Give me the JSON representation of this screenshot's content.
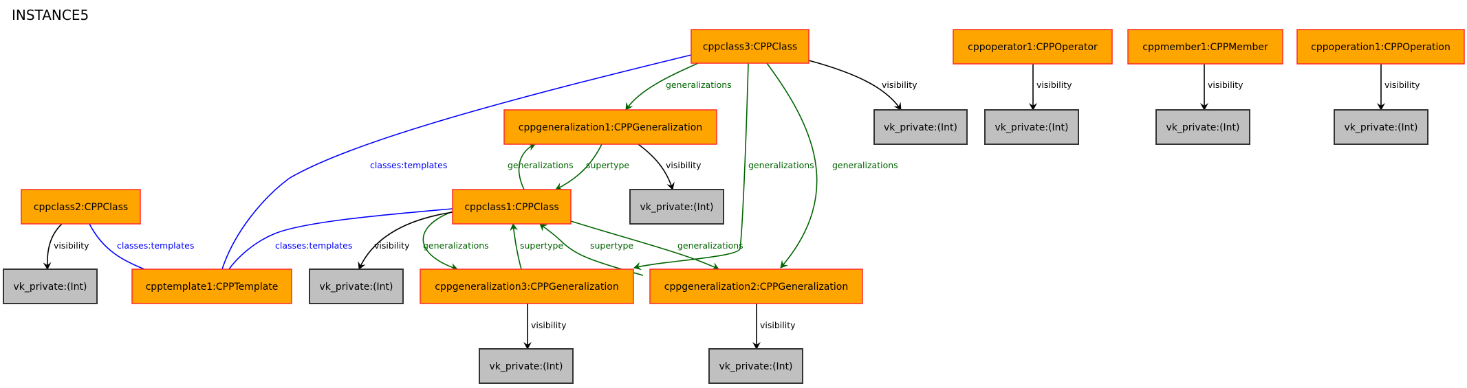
{
  "title": "INSTANCE5",
  "colors": {
    "object_fill": "#ffa500",
    "object_border": "#ff2a2a",
    "value_fill": "#c0c0c0",
    "value_border": "#333333",
    "edge_generalization": "#006400",
    "edge_template": "#0000ff",
    "edge_visibility": "#000000"
  },
  "nodes": [
    {
      "id": "cppclass3",
      "label": "cppclass3:CPPClass",
      "kind": "object"
    },
    {
      "id": "cppgen1",
      "label": "cppgeneralization1:CPPGeneralization",
      "kind": "object"
    },
    {
      "id": "cppclass1",
      "label": "cppclass1:CPPClass",
      "kind": "object"
    },
    {
      "id": "cppclass2",
      "label": "cppclass2:CPPClass",
      "kind": "object"
    },
    {
      "id": "cpptemplate1",
      "label": "cpptemplate1:CPPTemplate",
      "kind": "object"
    },
    {
      "id": "cppgen3",
      "label": "cppgeneralization3:CPPGeneralization",
      "kind": "object"
    },
    {
      "id": "cppgen2",
      "label": "cppgeneralization2:CPPGeneralization",
      "kind": "object"
    },
    {
      "id": "cppoperator1",
      "label": "cppoperator1:CPPOperator",
      "kind": "object"
    },
    {
      "id": "cppmember1",
      "label": "cppmember1:CPPMember",
      "kind": "object"
    },
    {
      "id": "cppoperation1",
      "label": "cppoperation1:CPPOperation",
      "kind": "object"
    },
    {
      "id": "vk_c3",
      "label": "vk_private:(Int)",
      "kind": "value"
    },
    {
      "id": "vk_g1",
      "label": "vk_private:(Int)",
      "kind": "value"
    },
    {
      "id": "vk_c2",
      "label": "vk_private:(Int)",
      "kind": "value"
    },
    {
      "id": "vk_c1",
      "label": "vk_private:(Int)",
      "kind": "value"
    },
    {
      "id": "vk_g3",
      "label": "vk_private:(Int)",
      "kind": "value"
    },
    {
      "id": "vk_g2",
      "label": "vk_private:(Int)",
      "kind": "value"
    },
    {
      "id": "vk_op",
      "label": "vk_private:(Int)",
      "kind": "value"
    },
    {
      "id": "vk_mem",
      "label": "vk_private:(Int)",
      "kind": "value"
    },
    {
      "id": "vk_opn",
      "label": "vk_private:(Int)",
      "kind": "value"
    }
  ],
  "edges": [
    {
      "from": "cppclass3",
      "to": "cppgen1",
      "label": "generalizations",
      "type": "generalization"
    },
    {
      "from": "cppclass3",
      "to": "cppgen3",
      "label": "generalizations",
      "type": "generalization"
    },
    {
      "from": "cppclass3",
      "to": "cppgen2",
      "label": "generalizations",
      "type": "generalization"
    },
    {
      "from": "cppclass3",
      "to": "vk_c3",
      "label": "visibility",
      "type": "visibility"
    },
    {
      "from": "cppclass3",
      "to": "cpptemplate1",
      "label": "classes:templates",
      "type": "template"
    },
    {
      "from": "cppgen1",
      "to": "cppclass1",
      "label": "supertype",
      "type": "generalization"
    },
    {
      "from": "cppgen1",
      "to": "vk_g1",
      "label": "visibility",
      "type": "visibility"
    },
    {
      "from": "cppclass1",
      "to": "cppgen1",
      "label": "generalizations",
      "type": "generalization"
    },
    {
      "from": "cppclass1",
      "to": "cppgen3",
      "label": "generalizations",
      "type": "generalization"
    },
    {
      "from": "cppclass1",
      "to": "cppgen2",
      "label": "generalizations",
      "type": "generalization"
    },
    {
      "from": "cppclass1",
      "to": "vk_c1",
      "label": "visibility",
      "type": "visibility"
    },
    {
      "from": "cppclass1",
      "to": "cpptemplate1",
      "label": "classes:templates",
      "type": "template"
    },
    {
      "from": "cppgen3",
      "to": "cppclass1",
      "label": "supertype",
      "type": "generalization"
    },
    {
      "from": "cppgen2",
      "to": "cppclass1",
      "label": "supertype",
      "type": "generalization"
    },
    {
      "from": "cppgen3",
      "to": "vk_g3",
      "label": "visibility",
      "type": "visibility"
    },
    {
      "from": "cppgen2",
      "to": "vk_g2",
      "label": "visibility",
      "type": "visibility"
    },
    {
      "from": "cppclass2",
      "to": "vk_c2",
      "label": "visibility",
      "type": "visibility"
    },
    {
      "from": "cppclass2",
      "to": "cpptemplate1",
      "label": "classes:templates",
      "type": "template"
    },
    {
      "from": "cppoperator1",
      "to": "vk_op",
      "label": "visibility",
      "type": "visibility"
    },
    {
      "from": "cppmember1",
      "to": "vk_mem",
      "label": "visibility",
      "type": "visibility"
    },
    {
      "from": "cppoperation1",
      "to": "vk_opn",
      "label": "visibility",
      "type": "visibility"
    }
  ]
}
